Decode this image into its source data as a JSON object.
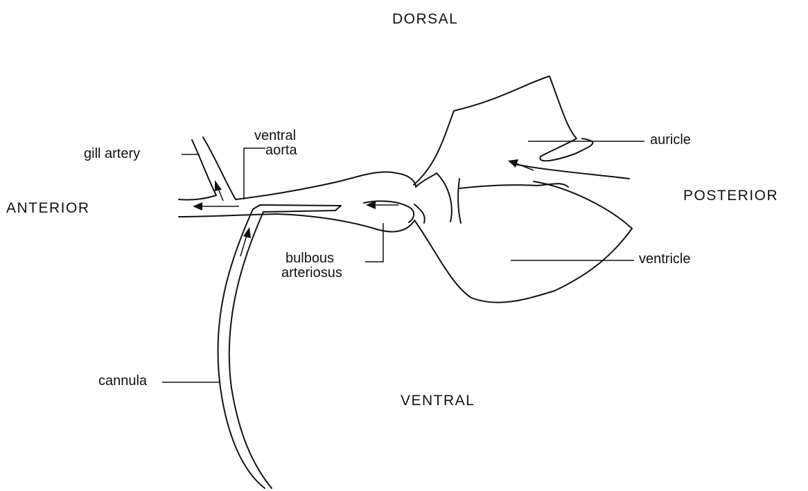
{
  "orientation": {
    "dorsal": "DORSAL",
    "ventral": "VENTRAL",
    "anterior": "ANTERIOR",
    "posterior": "POSTERIOR"
  },
  "labels": {
    "gill_artery": "gill artery",
    "ventral_aorta_line1": "ventral",
    "ventral_aorta_line2": "aorta",
    "auricle": "auricle",
    "ventricle": "ventricle",
    "bulbous_line1": "bulbous",
    "bulbous_line2": "arteriosus",
    "cannula": "cannula"
  }
}
